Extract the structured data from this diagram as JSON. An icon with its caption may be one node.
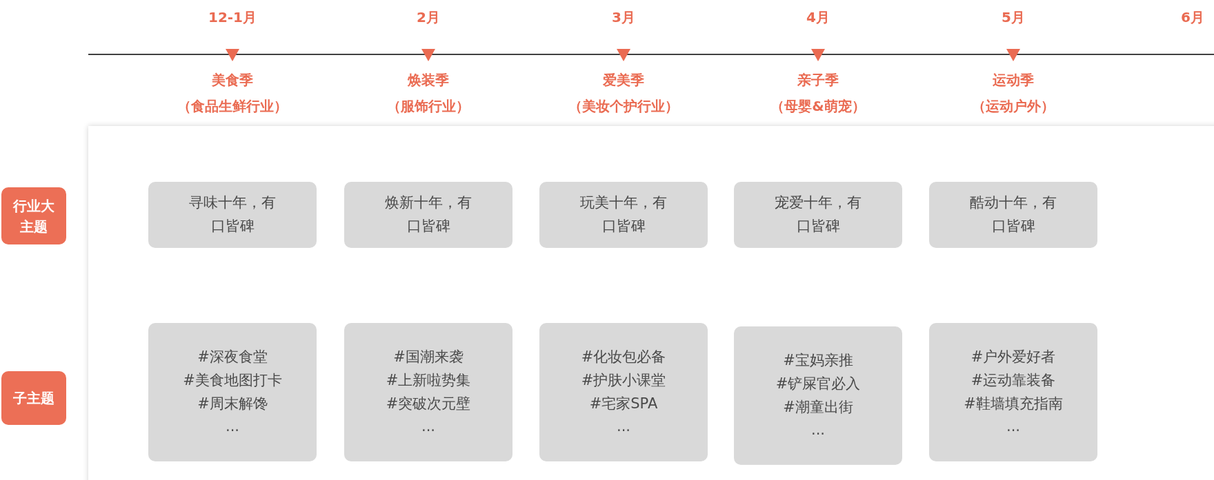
{
  "diagram": {
    "nodes": [
      {
        "text": [
          "行业大主题"
        ]
      },
      {
        "text": [
          "子主题"
        ]
      },
      {
        "text": [
          "寻味十年，有口皆碑"
        ]
      },
      {
        "text": [
          "焕新十年，有口皆碑"
        ]
      },
      {
        "text": [
          "玩美十年，有口皆碑"
        ]
      },
      {
        "text": [
          "宠爱十年，有口皆碑"
        ]
      },
      {
        "text": [
          "酷动十年，有口皆碑"
        ]
      },
      {
        "text": [
          "#深夜食堂",
          "#美食地图打卡",
          "#周末解馋",
          "..."
        ]
      },
      {
        "text": [
          "#国潮来袭",
          "#上新啦势集",
          "#突破次元壁",
          "..."
        ]
      },
      {
        "text": [
          "#化妆包必备",
          "#护肤小课堂",
          "#宅家SPA",
          "..."
        ]
      },
      {
        "text": [
          "#宝妈亲推",
          "#铲屎官必入",
          "#潮童出街",
          "..."
        ]
      },
      {
        "text": [
          "#户外爱好者",
          "#运动靠装备",
          "#鞋墙填充指南",
          "..."
        ]
      }
    ],
    "labels": [
      "12-1月",
      "2月",
      "3月",
      "4月",
      "5月",
      "6月",
      "美食季",
      "（食品生鲜行业）",
      "焕装季",
      "（服饰行业）",
      "爱美季",
      "（美妆个护行业）",
      "亲子季",
      "（母婴&萌宠）",
      "运动季",
      "（运动户外）"
    ]
  }
}
